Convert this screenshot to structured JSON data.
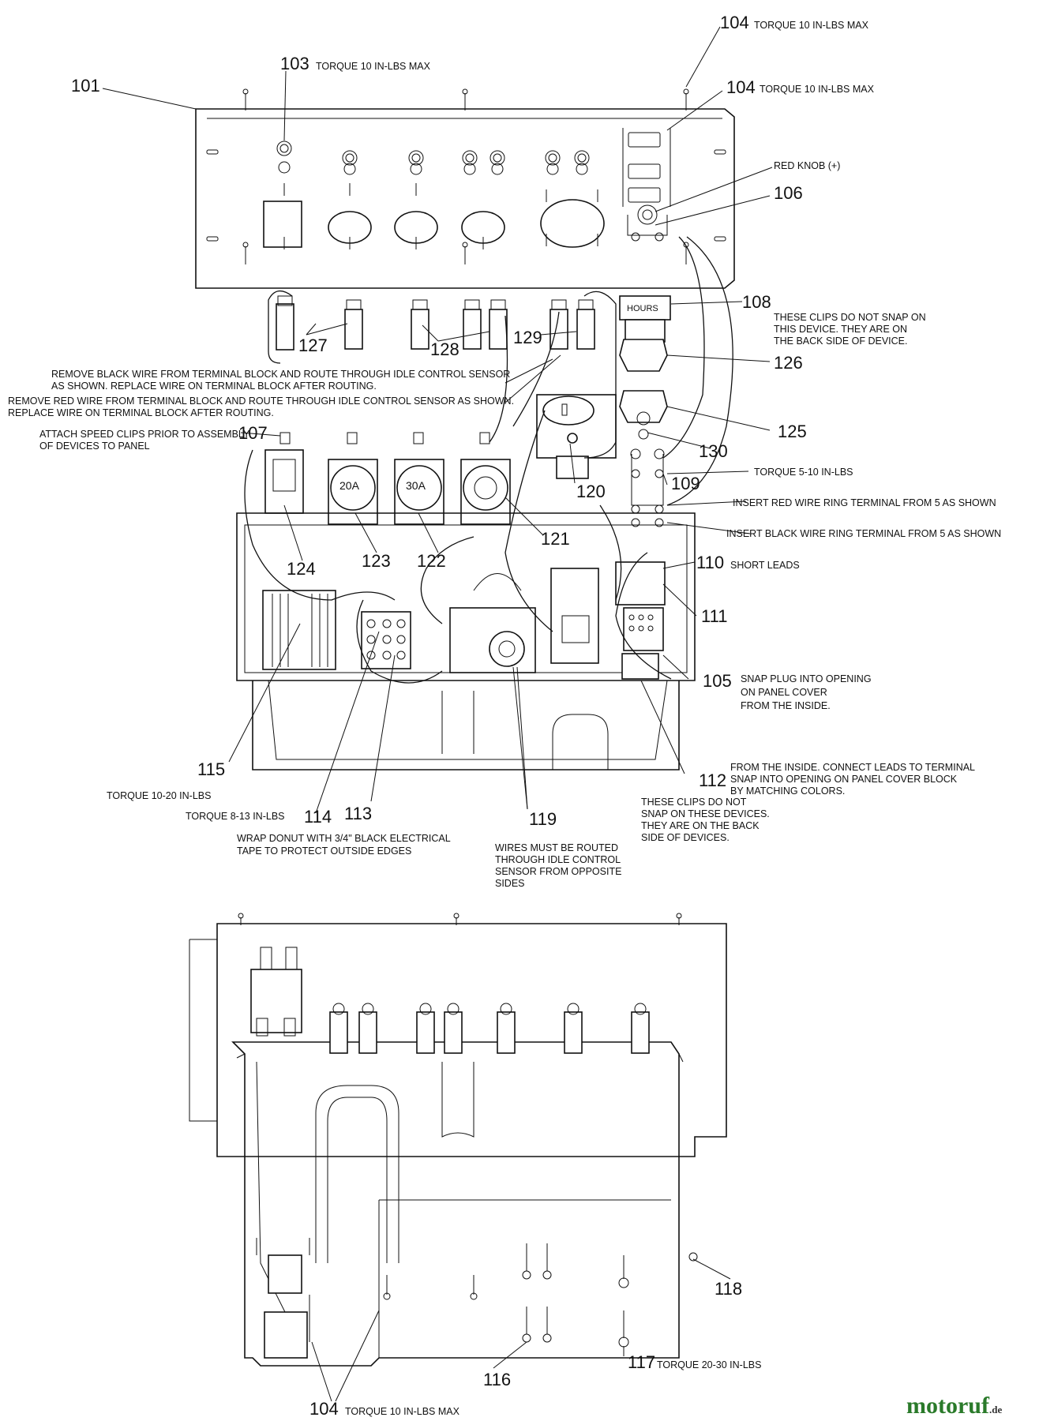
{
  "callouts": [
    {
      "n": "101"
    },
    {
      "n": "103"
    },
    {
      "n": "104"
    },
    {
      "n": "104"
    },
    {
      "n": "106"
    },
    {
      "n": "108"
    },
    {
      "n": "127"
    },
    {
      "n": "128"
    },
    {
      "n": "129"
    },
    {
      "n": "126"
    },
    {
      "n": "125"
    },
    {
      "n": "130"
    },
    {
      "n": "107"
    },
    {
      "n": "120"
    },
    {
      "n": "109"
    },
    {
      "n": "121"
    },
    {
      "n": "124"
    },
    {
      "n": "123"
    },
    {
      "n": "122"
    },
    {
      "n": "110"
    },
    {
      "n": "111"
    },
    {
      "n": "105"
    },
    {
      "n": "115"
    },
    {
      "n": "112"
    },
    {
      "n": "114"
    },
    {
      "n": "113"
    },
    {
      "n": "119"
    },
    {
      "n": "118"
    },
    {
      "n": "116"
    },
    {
      "n": "117"
    },
    {
      "n": "104"
    }
  ],
  "notes": {
    "n103": "TORQUE 10 IN-LBS MAX",
    "n104a": "TORQUE 10 IN-LBS MAX",
    "n104b": "TORQUE 10 IN-LBS MAX",
    "red_knob": "RED KNOB (+)",
    "clips_device": [
      "THESE CLIPS DO NOT SNAP ON",
      "THIS DEVICE. THEY ARE ON",
      "THE BACK SIDE OF DEVICE."
    ],
    "remove_black": [
      "REMOVE BLACK WIRE FROM TERMINAL BLOCK AND ROUTE THROUGH IDLE CONTROL SENSOR",
      "AS SHOWN. REPLACE WIRE ON TERMINAL BLOCK AFTER ROUTING."
    ],
    "remove_red": [
      "REMOVE RED WIRE FROM TERMINAL BLOCK AND ROUTE THROUGH IDLE CONTROL SENSOR AS SHOWN.",
      "REPLACE WIRE ON TERMINAL BLOCK AFTER ROUTING."
    ],
    "attach_clips": [
      "ATTACH SPEED CLIPS PRIOR TO ASSEMBLY",
      "OF DEVICES TO PANEL"
    ],
    "torque_5_10": "TORQUE 5-10 IN-LBS",
    "insert_red": "INSERT RED WIRE RING TERMINAL FROM 5 AS SHOWN",
    "insert_black": "INSERT BLACK WIRE RING TERMINAL FROM 5 AS SHOWN",
    "short_leads": "SHORT LEADS",
    "snap_plug": [
      "SNAP PLUG INTO OPENING",
      "ON PANEL COVER",
      "FROM THE INSIDE."
    ],
    "from_inside": [
      "FROM THE INSIDE. CONNECT LEADS TO TERMINAL",
      "SNAP INTO OPENING ON PANEL COVER BLOCK",
      "BY MATCHING COLORS."
    ],
    "torque_10_20": "TORQUE 10-20 IN-LBS",
    "torque_8_13": "TORQUE 8-13 IN-LBS",
    "clips_devices": [
      "THESE CLIPS DO NOT",
      "SNAP ON THESE DEVICES.",
      "THEY ARE ON THE BACK",
      "SIDE OF DEVICES."
    ],
    "wrap_donut": [
      "WRAP DONUT WITH 3/4\" BLACK ELECTRICAL",
      "TAPE TO PROTECT OUTSIDE EDGES"
    ],
    "wires_routed": [
      "WIRES MUST BE ROUTED",
      "THROUGH IDLE CONTROL",
      "SENSOR FROM OPPOSITE",
      "SIDES"
    ],
    "torque_20_30": "TORQUE 20-30 IN-LBS",
    "n104c": "TORQUE 10 IN-LBS MAX"
  },
  "device_labels": {
    "hours": "HOURS",
    "r20": "20A",
    "r30": "30A"
  },
  "brand": {
    "name": "motoruf",
    "suffix": ".de"
  }
}
